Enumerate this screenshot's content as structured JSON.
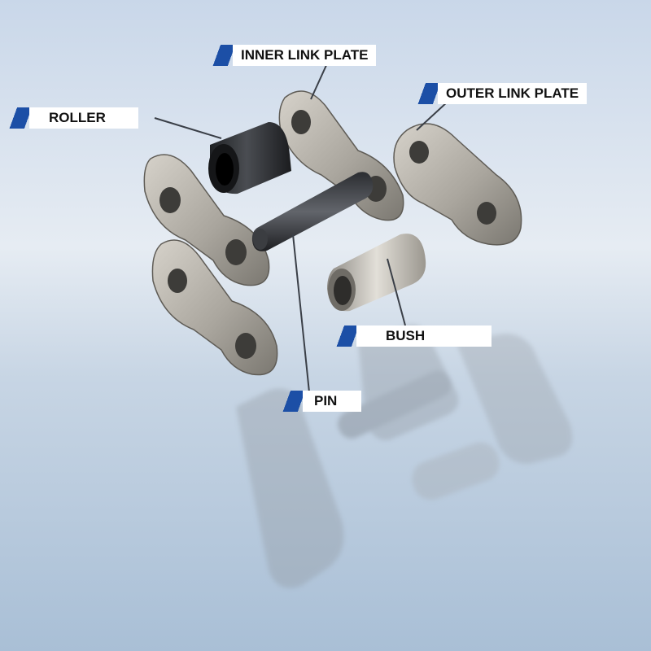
{
  "labels": {
    "inner_link_plate": "INNER LINK PLATE",
    "outer_link_plate": "OUTER LINK PLATE",
    "roller": "ROLLER",
    "bush": "BUSH",
    "pin": "PIN"
  },
  "colors": {
    "label_stripe": "#1c4fa6",
    "label_box": "#ffffff",
    "label_text": "#111111",
    "leader_line": "#3a3f47",
    "steel_light": "#c9c5bd",
    "steel_dark": "#6d6a64",
    "roller_dark": "#2d2f33"
  }
}
